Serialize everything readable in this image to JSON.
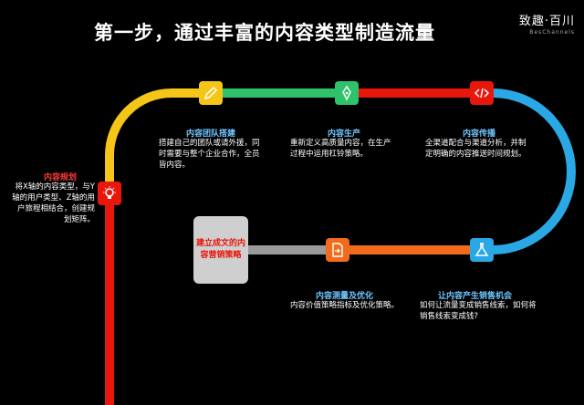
{
  "title": "第一步，通过丰富的内容类型制造流量",
  "logo": {
    "main": "致趣·百川",
    "sub": "BesChannels"
  },
  "colors": {
    "red": "#e8170c",
    "yellow": "#f5c518",
    "green": "#2ec26b",
    "blue": "#2aa8e6",
    "orange": "#f26a1c",
    "gray": "#9a9a9a",
    "label_blue": "#6ec6ff",
    "label_red": "#ff3b3b"
  },
  "steps": [
    {
      "label": "内容规划",
      "text": "将X轴的内容类型，与Y轴的用户类型、Z轴的用户旅程相结合，创建规划矩阵。",
      "icon": "lightbulb-icon"
    },
    {
      "label": "内容团队搭建",
      "text": "搭建自己的团队或请外援，同时需要与整个企业合作，全员皆内容。",
      "icon": "pencil-icon"
    },
    {
      "label": "内容生产",
      "text": "重新定义高质量内容，在生产过程中运用杠铃策略。",
      "icon": "pen-nib-icon"
    },
    {
      "label": "内容传播",
      "text": "全渠道配合与渠道分析，并制定明确的内容推送时间规划。",
      "icon": "code-icon"
    },
    {
      "label": "让内容产生销售机会",
      "text": "如何让流量变成销售线索，如何将销售线索变成钱?",
      "icon": "flask-icon"
    },
    {
      "label": "内容测量及优化",
      "text": "内容价值策略指标及优化策略。",
      "icon": "document-arrow-icon"
    }
  ],
  "final": {
    "text": "建立成文的内容营销策略"
  }
}
